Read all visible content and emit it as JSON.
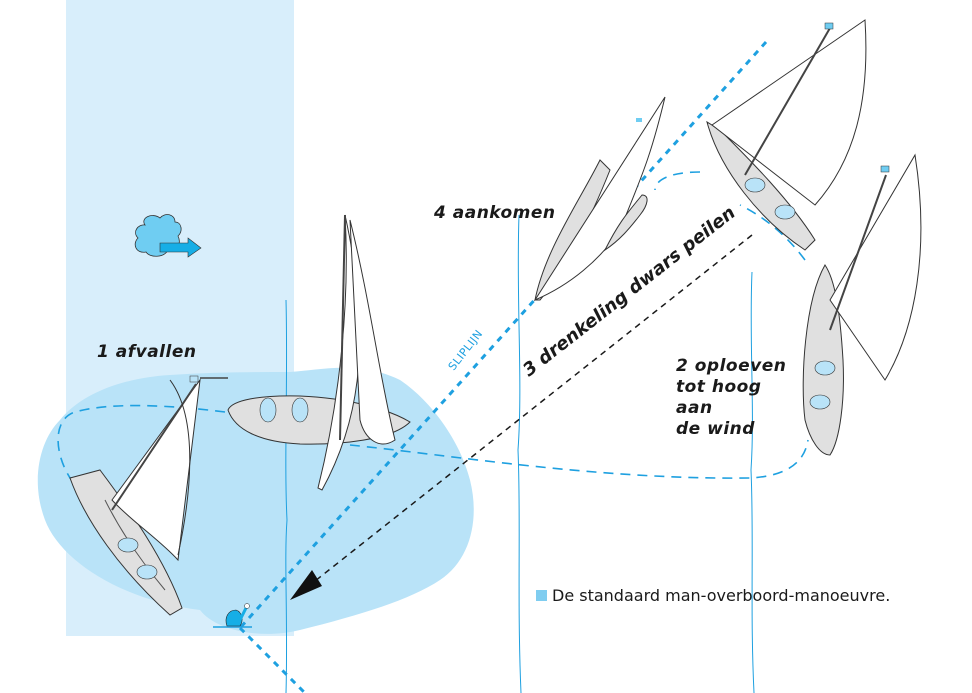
{
  "title": "De standaard man-overboord-manoeuvre",
  "steps": [
    {
      "number": "1",
      "label": "afvallen"
    },
    {
      "number": "2",
      "label_lines": [
        "2  oploeven",
        "tot hoog",
        "aan",
        "de wind"
      ]
    },
    {
      "number": "3",
      "label": "3  drenkeling dwars peilen"
    },
    {
      "number": "4",
      "label": "4  aankomen"
    }
  ],
  "labels": {
    "step1": "1  afvallen",
    "step2_line1": "2  oploeven",
    "step2_line2": "tot hoog",
    "step2_line3": "aan",
    "step2_line4": "de wind",
    "step3": "3  drenkeling dwars peilen",
    "step4": "4  aankomen",
    "slip_line": "SLIPLIJN"
  },
  "caption": "De standaard man-overboord-manoeuvre.",
  "icons": [
    "wind-cloud-icon",
    "wind-direction-arrow-icon",
    "swimmer-icon",
    "sailboat-icon"
  ],
  "colors": {
    "panel": "#d8eefb",
    "water": "#b9e3f8",
    "accent_blue": "#1ea0e0",
    "cloud": "#6fcdf2",
    "hull": "#e0e0e0",
    "text": "#1a1a1a"
  }
}
